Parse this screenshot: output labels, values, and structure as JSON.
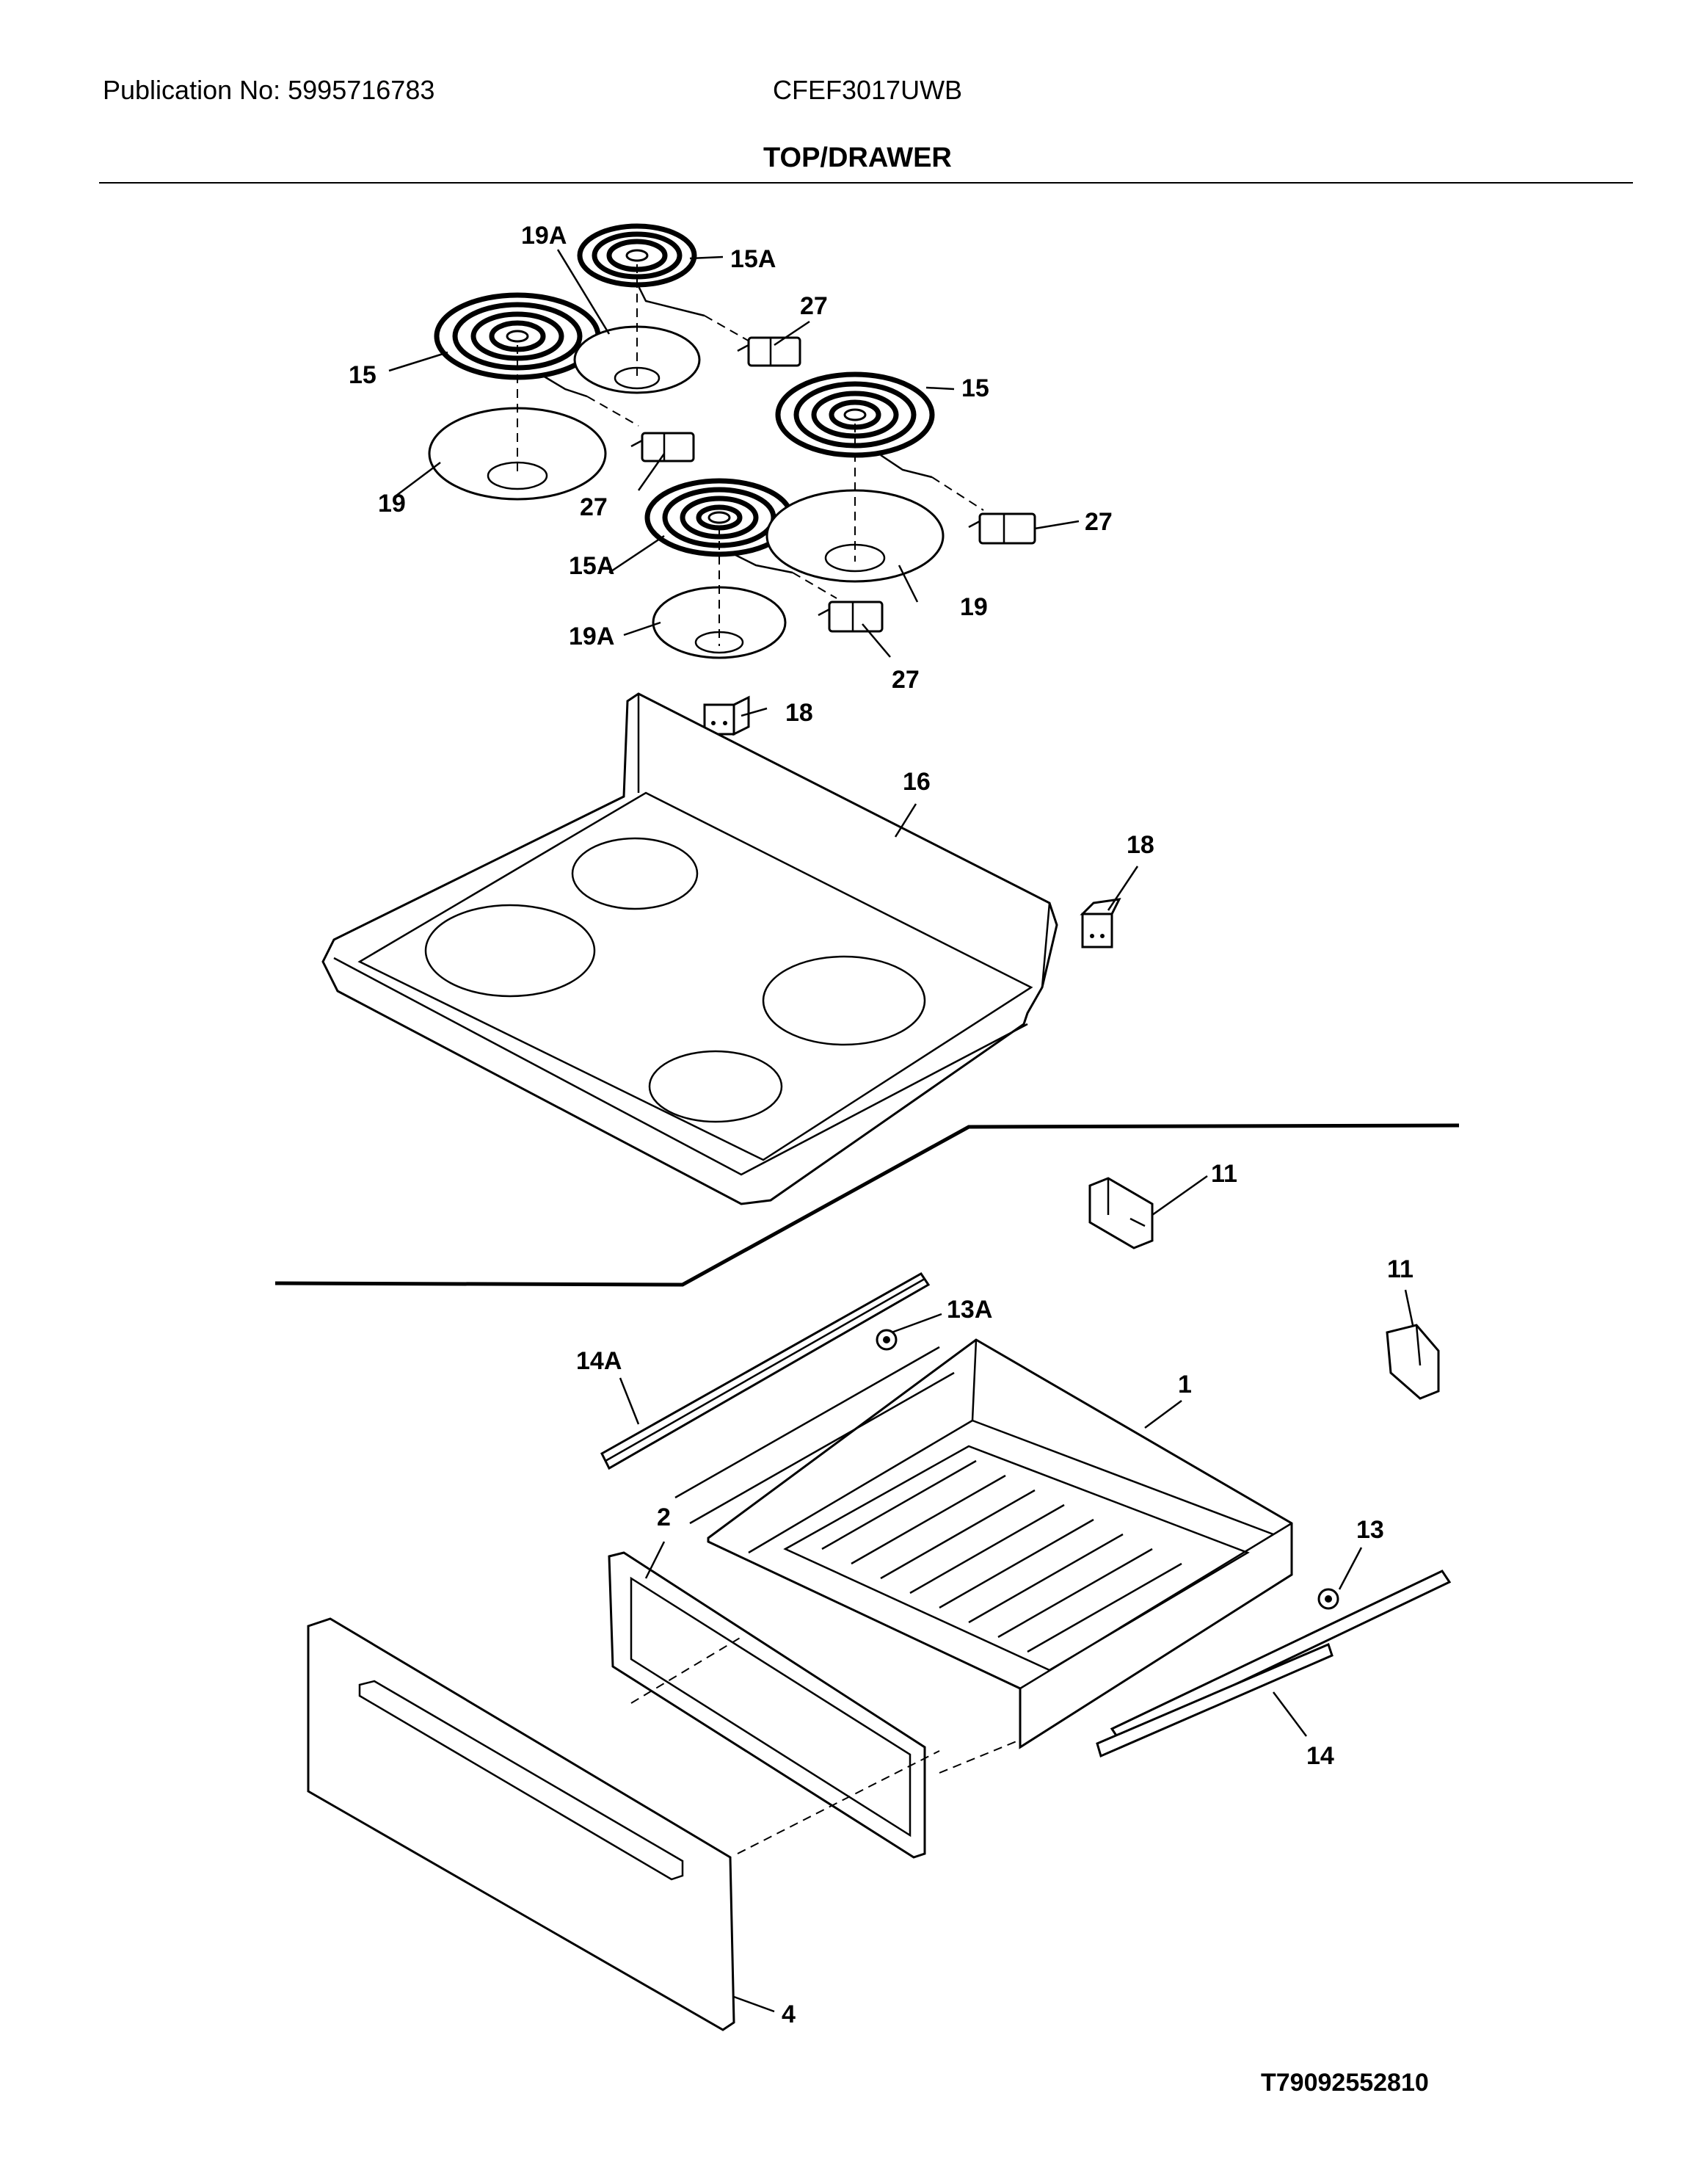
{
  "header": {
    "publication": "Publication No: 5995716783",
    "model": "CFEF3017UWB",
    "title": "TOP/DRAWER"
  },
  "footer": {
    "drawing_code": "T79092552810"
  },
  "callouts": {
    "c19A_top": "19A",
    "c15A_top": "15A",
    "c27_a": "27",
    "c15_left": "15",
    "c19_left": "19",
    "c27_b": "27",
    "c15_right": "15",
    "c27_c": "27",
    "c15A_bottom": "15A",
    "c19_right": "19",
    "c19A_bottom": "19A",
    "c27_d": "27",
    "c18_top": "18",
    "c16": "16",
    "c18_right": "18",
    "c11_a": "11",
    "c11_b": "11",
    "c13A": "13A",
    "c14A": "14A",
    "c1": "1",
    "c2": "2",
    "c13": "13",
    "c14": "14",
    "c4": "4"
  }
}
